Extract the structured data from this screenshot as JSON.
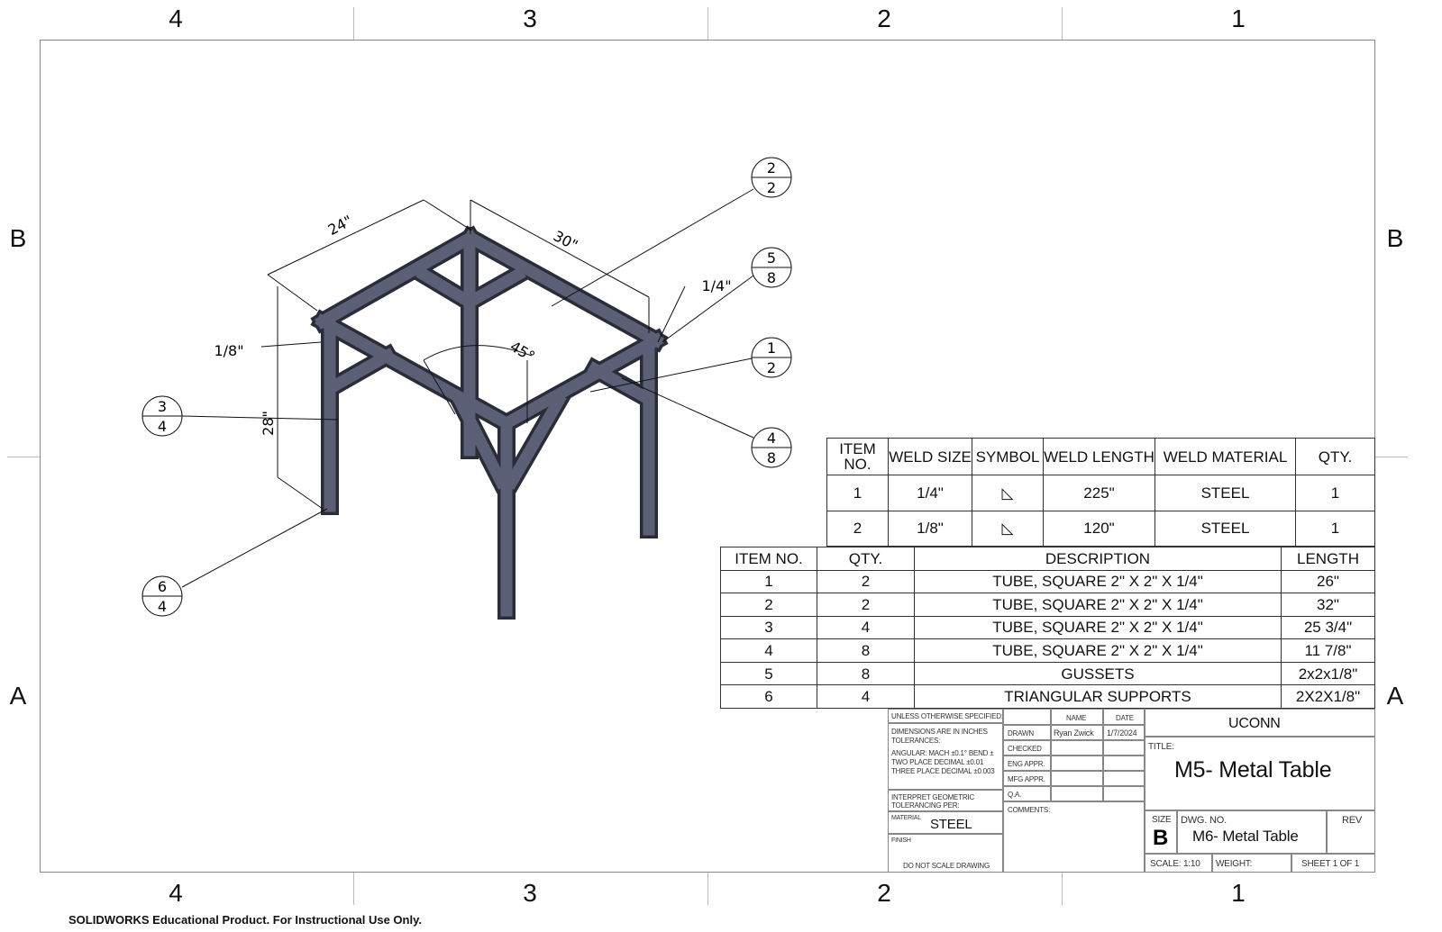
{
  "zones": {
    "columns": [
      "4",
      "3",
      "2",
      "1"
    ],
    "rows": [
      "B",
      "A"
    ]
  },
  "balloons": [
    {
      "item": "2",
      "qty": "2"
    },
    {
      "item": "5",
      "qty": "8"
    },
    {
      "item": "1",
      "qty": "2"
    },
    {
      "item": "4",
      "qty": "8"
    },
    {
      "item": "3",
      "qty": "4"
    },
    {
      "item": "6",
      "qty": "4"
    }
  ],
  "dimensions": {
    "width": "24\"",
    "depth": "30\"",
    "height": "28\"",
    "angle": "45°",
    "weld_left": "1/8\"",
    "weld_right": "1/4\""
  },
  "weld_table": {
    "headers": [
      "ITEM NO.",
      "WELD SIZE",
      "SYMBOL",
      "WELD LENGTH",
      "WELD MATERIAL",
      "QTY."
    ],
    "rows": [
      [
        "1",
        "1/4\"",
        "◺",
        "225\"",
        "STEEL",
        "1"
      ],
      [
        "2",
        "1/8\"",
        "◺",
        "120\"",
        "STEEL",
        "1"
      ]
    ]
  },
  "bom": {
    "headers": [
      "ITEM NO.",
      "QTY.",
      "DESCRIPTION",
      "LENGTH"
    ],
    "rows": [
      [
        "1",
        "2",
        "TUBE, SQUARE 2\" X 2\" X 1/4\"",
        "26\""
      ],
      [
        "2",
        "2",
        "TUBE, SQUARE 2\" X 2\" X 1/4\"",
        "32\""
      ],
      [
        "3",
        "4",
        "TUBE, SQUARE 2\" X 2\" X 1/4\"",
        "25 3/4\""
      ],
      [
        "4",
        "8",
        "TUBE, SQUARE 2\" X 2\" X 1/4\"",
        "11 7/8\""
      ],
      [
        "5",
        "8",
        "GUSSETS",
        "2x2x1/8\""
      ],
      [
        "6",
        "4",
        "TRIANGULAR SUPPORTS",
        "2X2X1/8\""
      ]
    ]
  },
  "title_block": {
    "unless": "UNLESS OTHERWISE SPECIFIED:",
    "dims": "DIMENSIONS ARE IN INCHES",
    "tol": "TOLERANCES:",
    "angular": "ANGULAR: MACH ±0.1°  BEND ±",
    "two": "TWO PLACE DECIMAL    ±0.01",
    "three": "THREE PLACE DECIMAL  ±0.003",
    "interpret1": "INTERPRET GEOMETRIC",
    "interpret2": "TOLERANCING PER:",
    "material_label": "MATERIAL",
    "material": "STEEL",
    "finish_label": "FINISH",
    "noscale": "DO NOT SCALE DRAWING",
    "name_h": "NAME",
    "date_h": "DATE",
    "drawn": "DRAWN",
    "drawn_name": "Ryan Zwick",
    "drawn_date": "1/7/2024",
    "checked": "CHECKED",
    "eng": "ENG APPR.",
    "mfg": "MFG APPR.",
    "qa": "Q.A.",
    "comments": "COMMENTS:",
    "company": "UCONN",
    "title_label": "TITLE:",
    "title": "M5- Metal Table",
    "size_label": "SIZE",
    "size": "B",
    "dwg_label": "DWG.  NO.",
    "dwg": "M6- Metal Table",
    "rev_label": "REV",
    "scale": "SCALE: 1:10",
    "weight": "WEIGHT:",
    "sheet": "SHEET 1 OF 1"
  },
  "watermark": "SOLIDWORKS Educational Product. For Instructional Use Only."
}
